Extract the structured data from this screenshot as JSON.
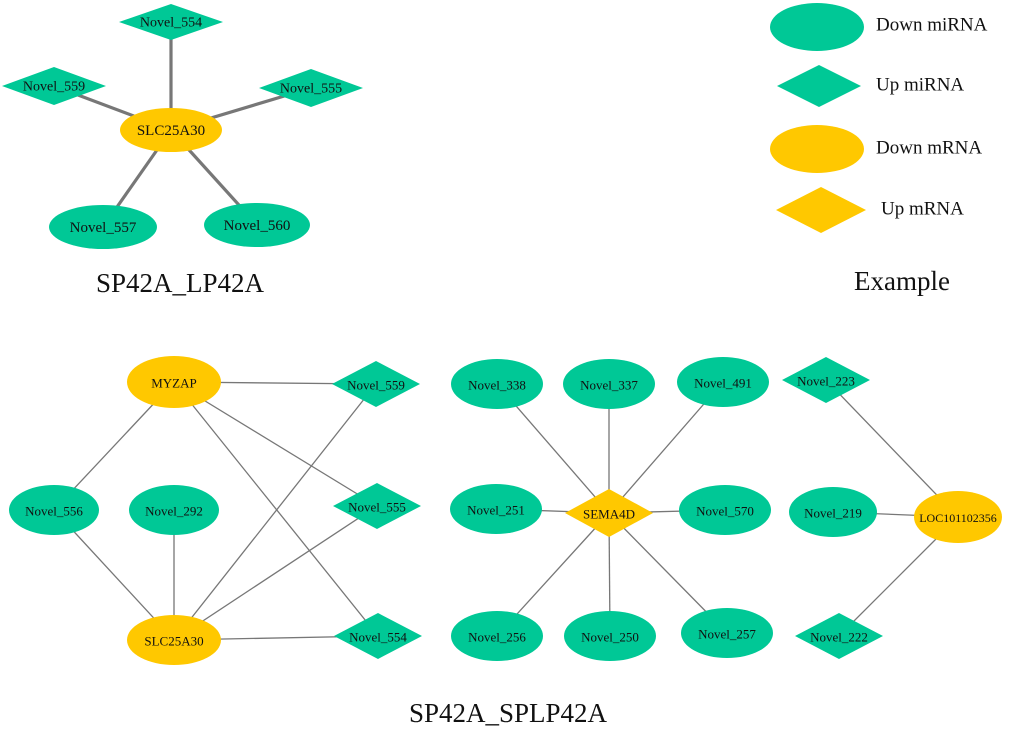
{
  "colors": {
    "mirna": "#00c896",
    "mrna": "#ffc800",
    "edge": "#777777"
  },
  "captions": {
    "top_network": "SP42A_LP42A",
    "legend": "Example",
    "bottom_network": "SP42A_SPLP42A"
  },
  "legend": [
    {
      "kind": "down-mirna",
      "shape": "ellipse",
      "color": "mirna",
      "label": "Down miRNA"
    },
    {
      "kind": "up-mirna",
      "shape": "diamond",
      "color": "mirna",
      "label": "Up miRNA"
    },
    {
      "kind": "down-mrna",
      "shape": "ellipse",
      "color": "mrna",
      "label": "Down mRNA"
    },
    {
      "kind": "up-mrna",
      "shape": "diamond",
      "color": "mrna",
      "label": "Up mRNA"
    }
  ],
  "networks": [
    {
      "id": "sp42a-lp42a",
      "nodes": [
        {
          "id": "a_slc",
          "label": "SLC25A30",
          "type": "down-mrna"
        },
        {
          "id": "a_554",
          "label": "Novel_554",
          "type": "up-mirna"
        },
        {
          "id": "a_559",
          "label": "Novel_559",
          "type": "up-mirna"
        },
        {
          "id": "a_555",
          "label": "Novel_555",
          "type": "up-mirna"
        },
        {
          "id": "a_557",
          "label": "Novel_557",
          "type": "down-mirna"
        },
        {
          "id": "a_560",
          "label": "Novel_560",
          "type": "down-mirna"
        }
      ],
      "edges": [
        [
          "a_slc",
          "a_554"
        ],
        [
          "a_slc",
          "a_559"
        ],
        [
          "a_slc",
          "a_555"
        ],
        [
          "a_slc",
          "a_557"
        ],
        [
          "a_slc",
          "a_560"
        ]
      ]
    },
    {
      "id": "sp42a-splp42a-1",
      "nodes": [
        {
          "id": "b_myzap",
          "label": "MYZAP",
          "type": "down-mrna"
        },
        {
          "id": "b_slc",
          "label": "SLC25A30",
          "type": "down-mrna"
        },
        {
          "id": "b_556",
          "label": "Novel_556",
          "type": "down-mirna"
        },
        {
          "id": "b_292",
          "label": "Novel_292",
          "type": "down-mirna"
        },
        {
          "id": "b_559",
          "label": "Novel_559",
          "type": "up-mirna"
        },
        {
          "id": "b_555",
          "label": "Novel_555",
          "type": "up-mirna"
        },
        {
          "id": "b_554",
          "label": "Novel_554",
          "type": "up-mirna"
        }
      ],
      "edges": [
        [
          "b_myzap",
          "b_559"
        ],
        [
          "b_myzap",
          "b_555"
        ],
        [
          "b_myzap",
          "b_554"
        ],
        [
          "b_myzap",
          "b_556"
        ],
        [
          "b_slc",
          "b_556"
        ],
        [
          "b_slc",
          "b_292"
        ],
        [
          "b_slc",
          "b_559"
        ],
        [
          "b_slc",
          "b_555"
        ],
        [
          "b_slc",
          "b_554"
        ]
      ]
    },
    {
      "id": "sp42a-splp42a-2",
      "nodes": [
        {
          "id": "c_sema",
          "label": "SEMA4D",
          "type": "up-mrna"
        },
        {
          "id": "c_338",
          "label": "Novel_338",
          "type": "down-mirna"
        },
        {
          "id": "c_337",
          "label": "Novel_337",
          "type": "down-mirna"
        },
        {
          "id": "c_491",
          "label": "Novel_491",
          "type": "down-mirna"
        },
        {
          "id": "c_251",
          "label": "Novel_251",
          "type": "down-mirna"
        },
        {
          "id": "c_570",
          "label": "Novel_570",
          "type": "down-mirna"
        },
        {
          "id": "c_256",
          "label": "Novel_256",
          "type": "down-mirna"
        },
        {
          "id": "c_250",
          "label": "Novel_250",
          "type": "down-mirna"
        },
        {
          "id": "c_257",
          "label": "Novel_257",
          "type": "down-mirna"
        }
      ],
      "edges": [
        [
          "c_sema",
          "c_338"
        ],
        [
          "c_sema",
          "c_337"
        ],
        [
          "c_sema",
          "c_491"
        ],
        [
          "c_sema",
          "c_251"
        ],
        [
          "c_sema",
          "c_570"
        ],
        [
          "c_sema",
          "c_256"
        ],
        [
          "c_sema",
          "c_250"
        ],
        [
          "c_sema",
          "c_257"
        ]
      ]
    },
    {
      "id": "sp42a-splp42a-3",
      "nodes": [
        {
          "id": "d_loc",
          "label": "LOC101102356",
          "type": "down-mrna"
        },
        {
          "id": "d_223",
          "label": "Novel_223",
          "type": "up-mirna"
        },
        {
          "id": "d_219",
          "label": "Novel_219",
          "type": "down-mirna"
        },
        {
          "id": "d_222",
          "label": "Novel_222",
          "type": "up-mirna"
        }
      ],
      "edges": [
        [
          "d_loc",
          "d_223"
        ],
        [
          "d_loc",
          "d_219"
        ],
        [
          "d_loc",
          "d_222"
        ]
      ]
    }
  ]
}
